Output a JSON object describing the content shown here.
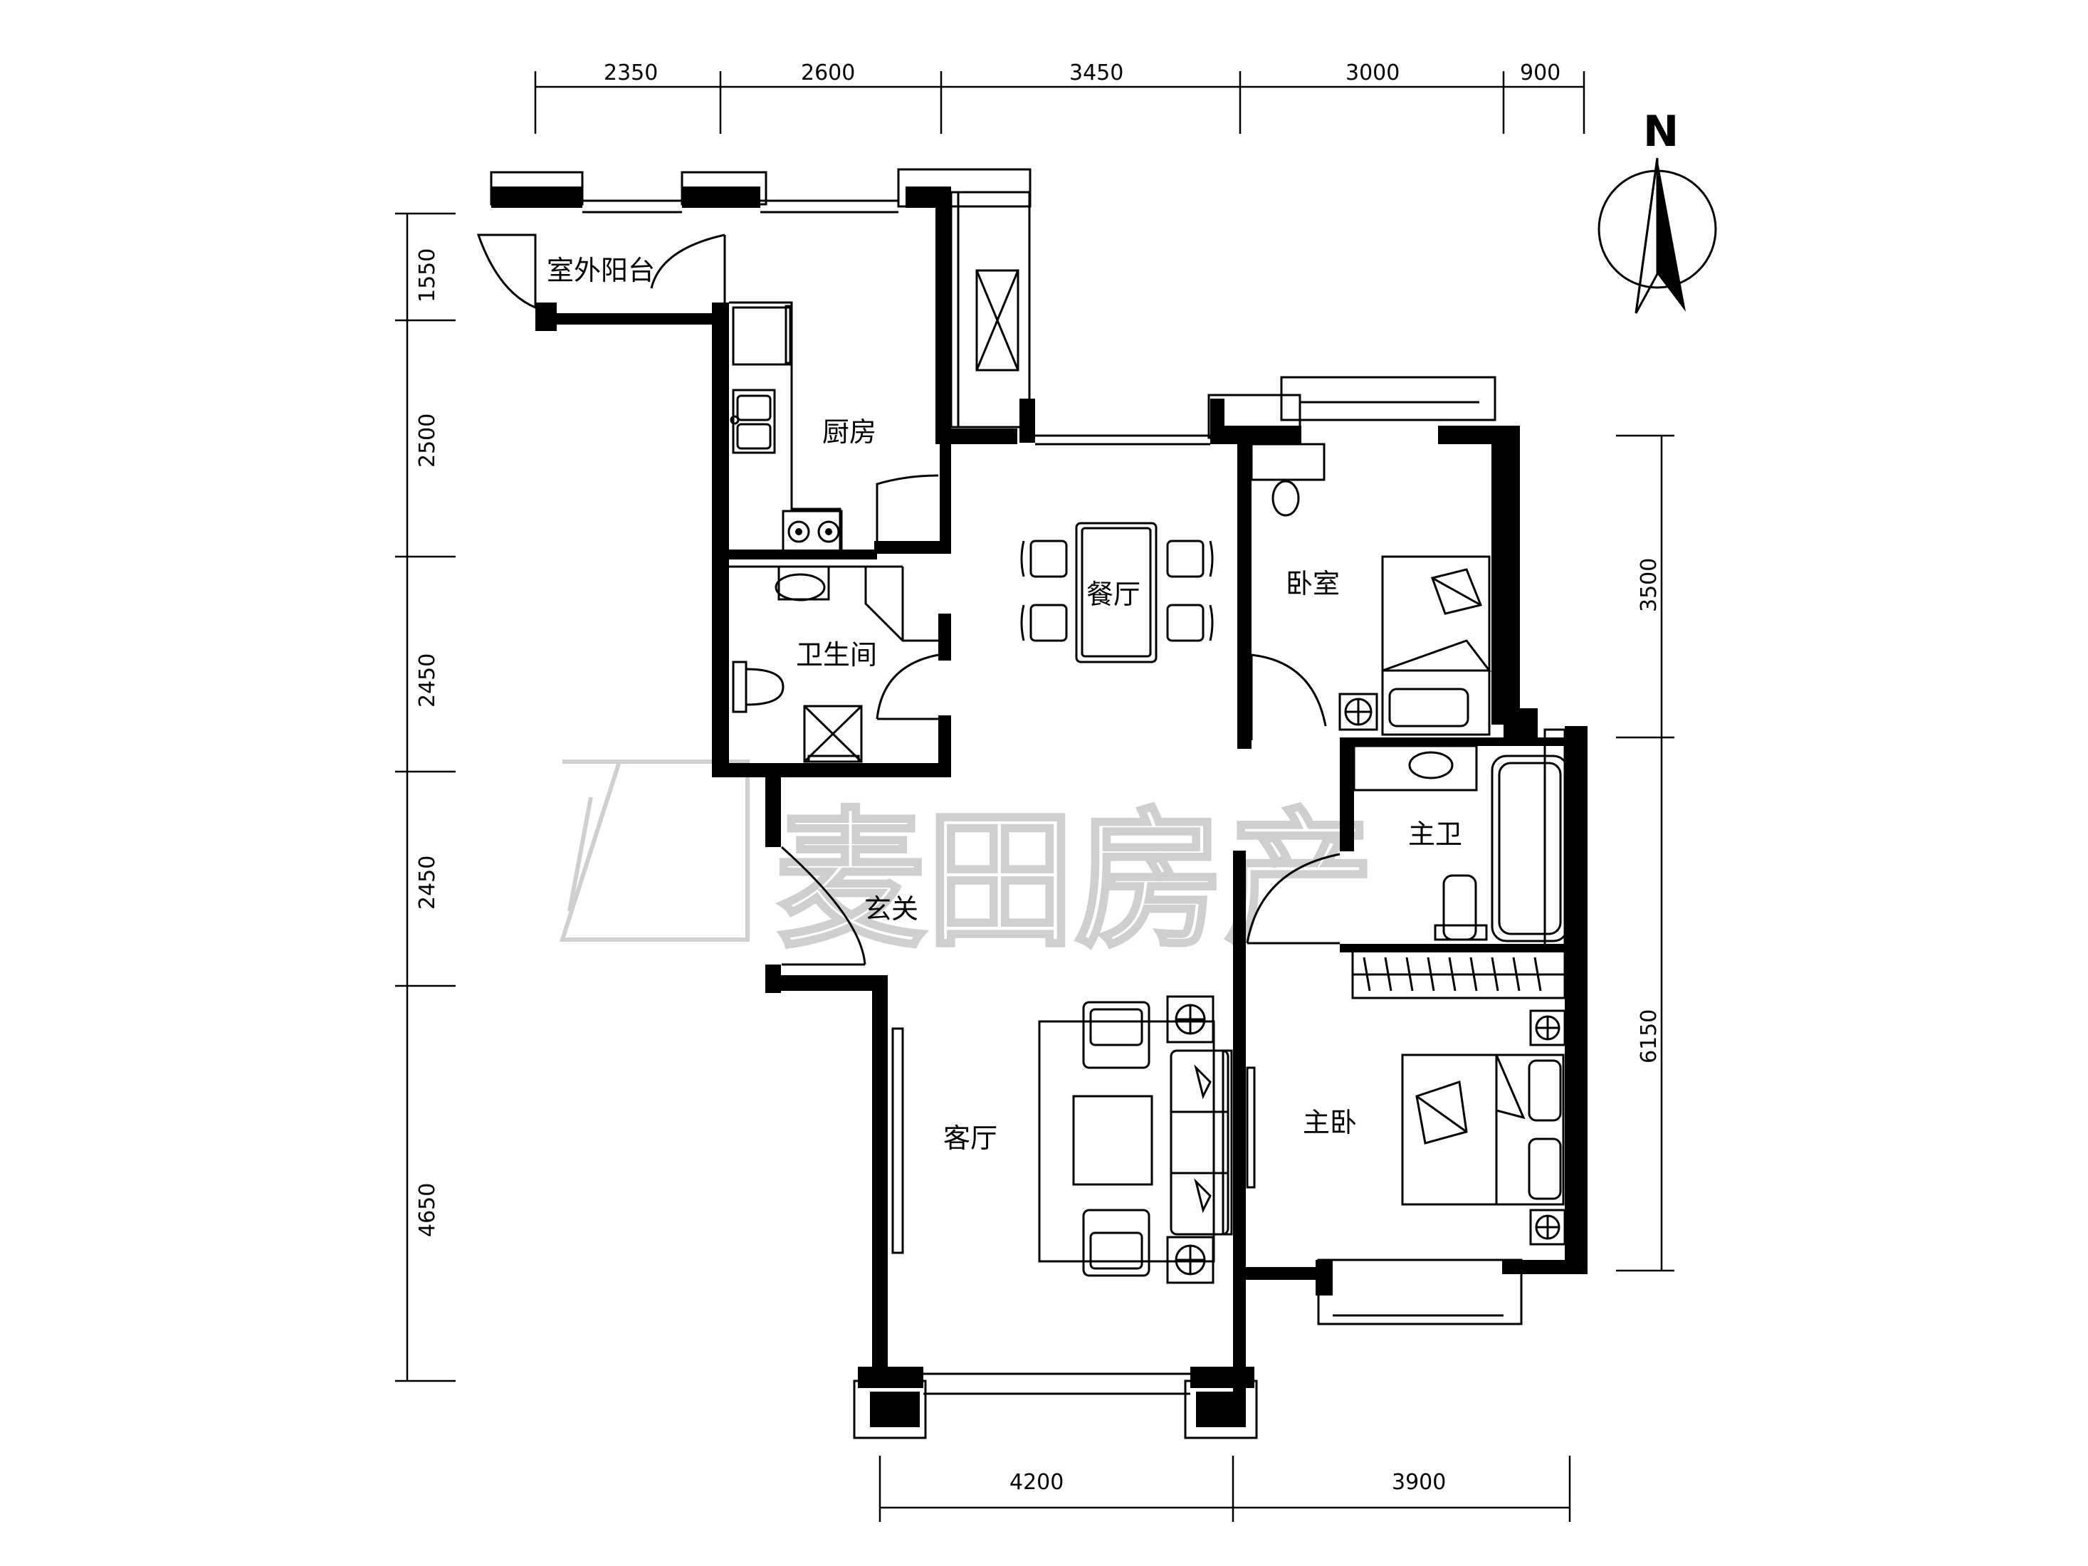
{
  "rooms": {
    "balcony": "室外阳台",
    "kitchen": "厨房",
    "dining": "餐厅",
    "bedroom": "卧室",
    "bathroom": "卫生间",
    "master_bath": "主卫",
    "entrance": "玄关",
    "living": "客厅",
    "master_bedroom": "主卧"
  },
  "north_label": "N",
  "watermark": "麦田房产",
  "dimensions": {
    "top": [
      "2350",
      "2600",
      "3450",
      "3000",
      "900"
    ],
    "left": [
      "1550",
      "2500",
      "2450",
      "2450",
      "4650"
    ],
    "right": [
      "3500",
      "6150"
    ],
    "bottom": [
      "4200",
      "3900"
    ]
  }
}
